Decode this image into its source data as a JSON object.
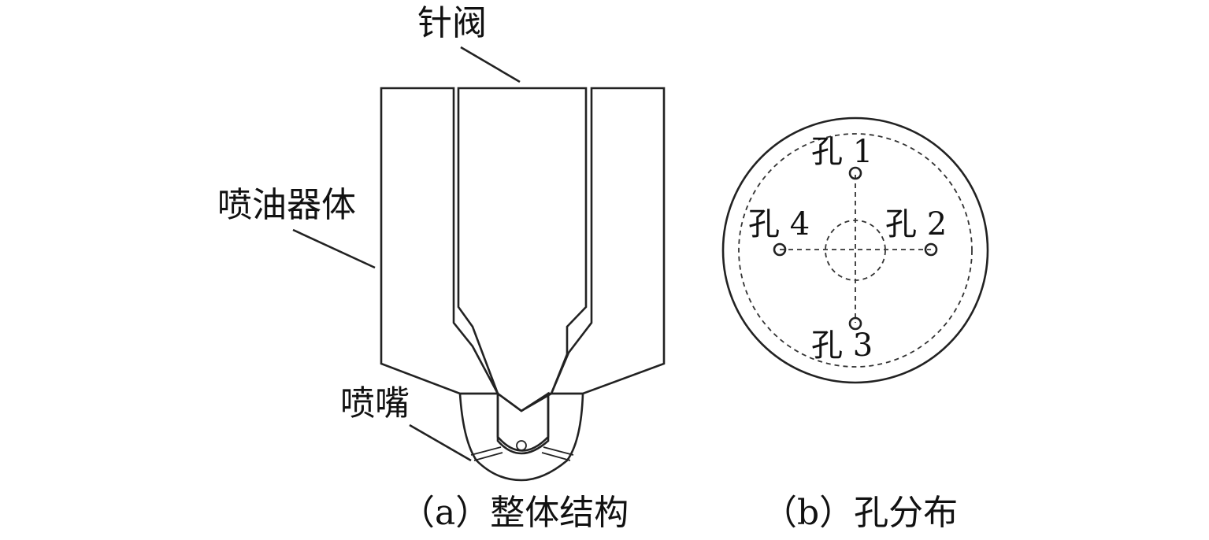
{
  "labels": {
    "needle_valve": "针阀",
    "injector_body": "喷油器体",
    "nozzle": "喷嘴",
    "hole1": "孔 1",
    "hole2": "孔 2",
    "hole3": "孔 3",
    "hole4": "孔 4"
  },
  "captions": {
    "a": "（a）整体结构",
    "b": "（b）孔分布"
  },
  "colors": {
    "line": "#222222",
    "background": "#ffffff"
  }
}
